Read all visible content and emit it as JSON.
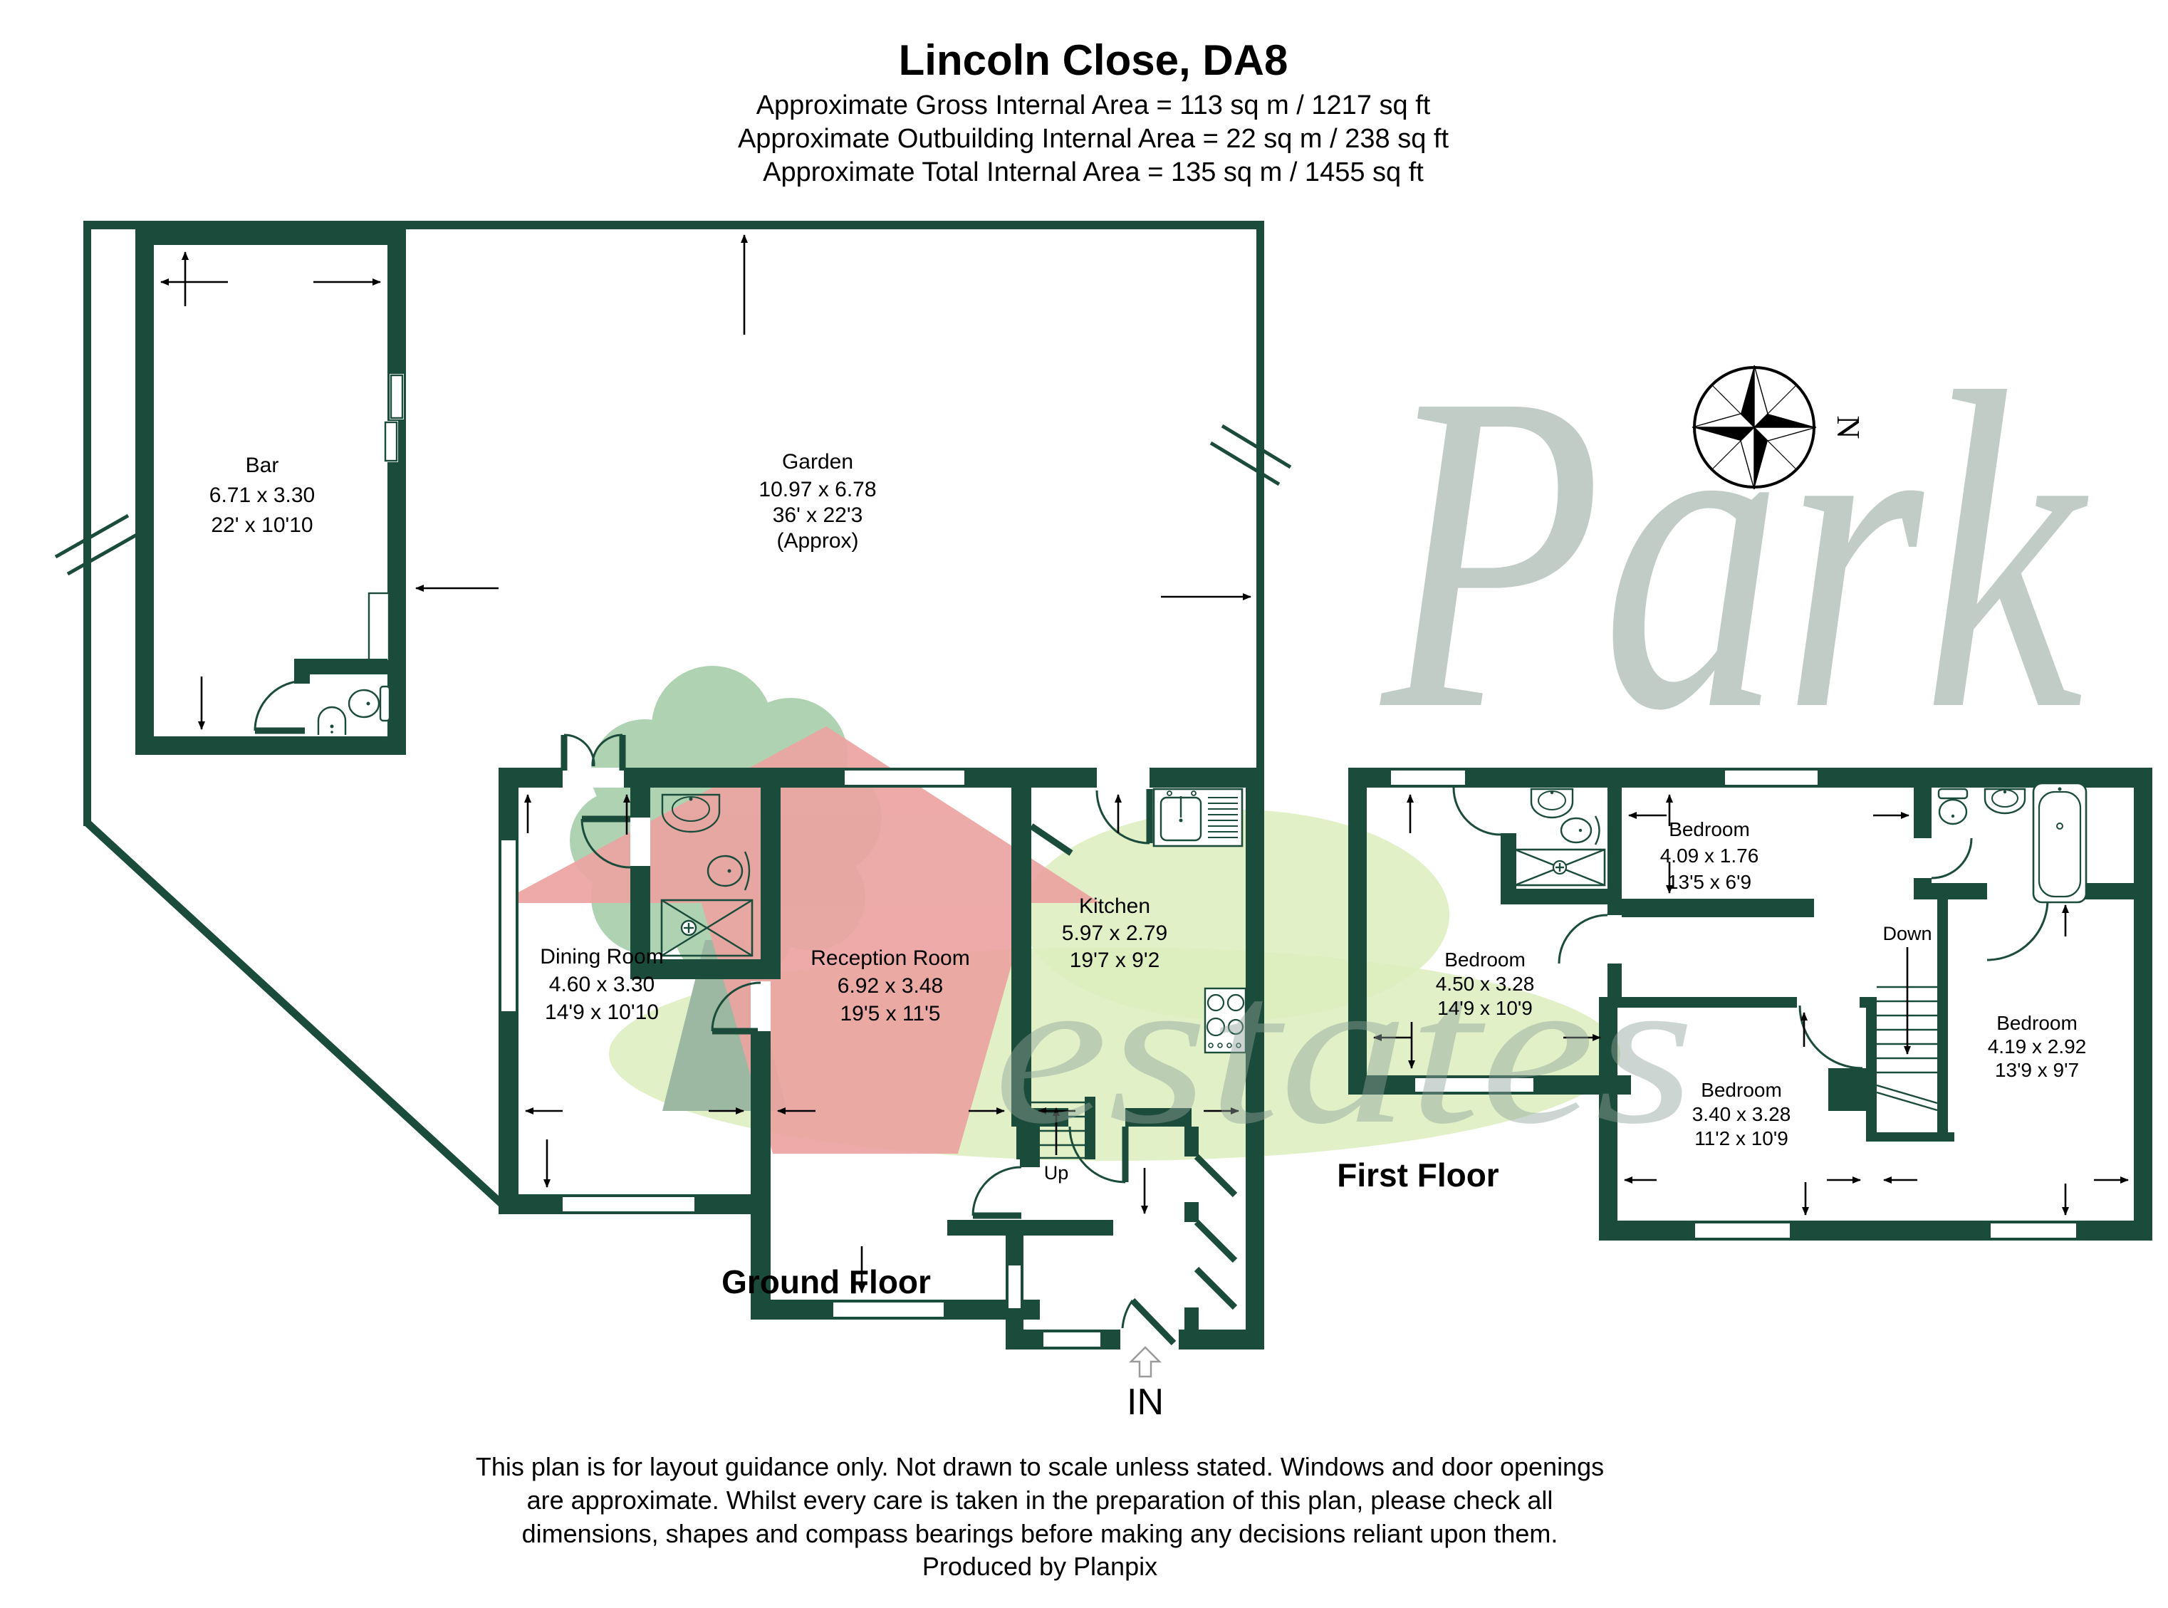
{
  "header": {
    "title": "Lincoln Close, DA8",
    "lines": [
      "Approximate Gross Internal Area = 113 sq m / 1217 sq ft",
      "Approximate Outbuilding Internal Area = 22 sq m / 238 sq ft",
      "Approximate Total Internal Area = 135 sq m / 1455 sq ft"
    ]
  },
  "garden": {
    "name": "Garden",
    "metric": "10.97 x 6.78",
    "imperial": "36' x 22'3",
    "note": "(Approx)"
  },
  "bar": {
    "name": "Bar",
    "metric": "6.71 x 3.30",
    "imperial": "22' x 10'10"
  },
  "ground_floor": {
    "label": "Ground Floor",
    "up": "Up",
    "entrance": "IN",
    "dining": {
      "name": "Dining Room",
      "metric": "4.60 x 3.30",
      "imperial": "14'9 x 10'10"
    },
    "reception": {
      "name": "Reception Room",
      "metric": "6.92 x 3.48",
      "imperial": "19'5 x 11'5"
    },
    "kitchen": {
      "name": "Kitchen",
      "metric": "5.97 x 2.79",
      "imperial": "19'7 x 9'2"
    }
  },
  "first_floor": {
    "label": "First Floor",
    "down": "Down",
    "beds": [
      {
        "name": "Bedroom",
        "metric": "4.09 x 1.76",
        "imperial": "13'5 x 6'9"
      },
      {
        "name": "Bedroom",
        "metric": "4.50 x 3.28",
        "imperial": "14'9 x 10'9"
      },
      {
        "name": "Bedroom",
        "metric": "3.40 x 3.28",
        "imperial": "11'2 x 10'9"
      },
      {
        "name": "Bedroom",
        "metric": "4.19 x 2.92",
        "imperial": "13'9 x 9'7"
      }
    ]
  },
  "compass": {
    "north": "N"
  },
  "watermark": {
    "word1": "Park",
    "word2": "estates"
  },
  "footer": {
    "lines": [
      "This plan is for layout guidance only. Not drawn to scale unless stated. Windows and door openings",
      "are approximate. Whilst every care is taken in the preparation of this plan, please check all",
      "dimensions, shapes and compass bearings before making any decisions reliant upon them."
    ],
    "credit": "Produced by Planpix"
  },
  "colors": {
    "wall": "#1b4b3a",
    "logo_tree_green": "#aed2b2",
    "logo_house_pink": "#eba3a1",
    "logo_grass_green": "#dcedbd",
    "watermark_gray": "#8fa39b"
  }
}
